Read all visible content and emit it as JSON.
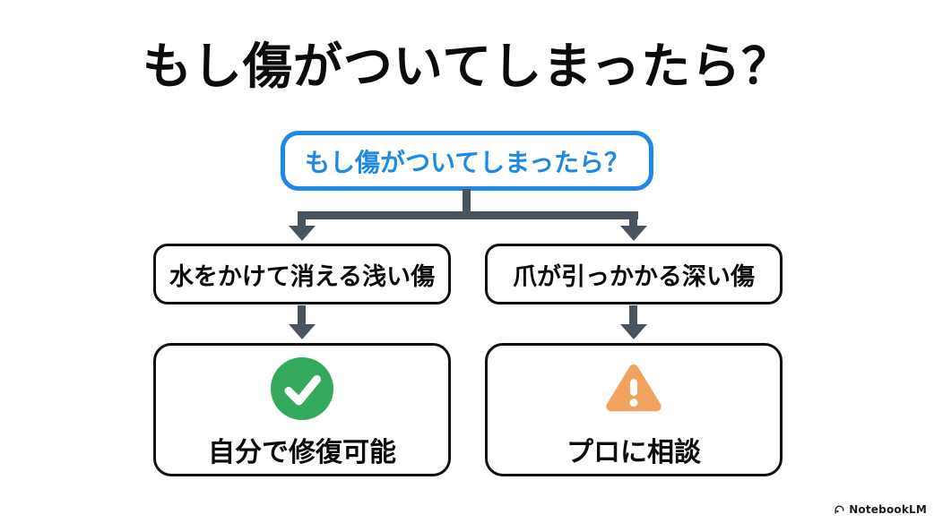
{
  "page": {
    "title": "もし傷がついてしまったら？"
  },
  "flowchart": {
    "root_label": "もし傷がついてしまったら？",
    "branches": [
      {
        "condition": "水をかけて消える浅い傷",
        "result": "自分で修復可能",
        "icon": "check-circle-icon"
      },
      {
        "condition": "爪が引っかかる深い傷",
        "result": "プロに相談",
        "icon": "warning-triangle-icon"
      }
    ],
    "colors": {
      "root_accent_blue": "#1E88E5",
      "connector_slate": "#4A545E",
      "success_green": "#34A95E",
      "warning_orange": "#F0A35F",
      "box_border_black": "#101010",
      "background": "#FFFFFF"
    }
  },
  "footer": {
    "brand": "NotebookLM"
  }
}
